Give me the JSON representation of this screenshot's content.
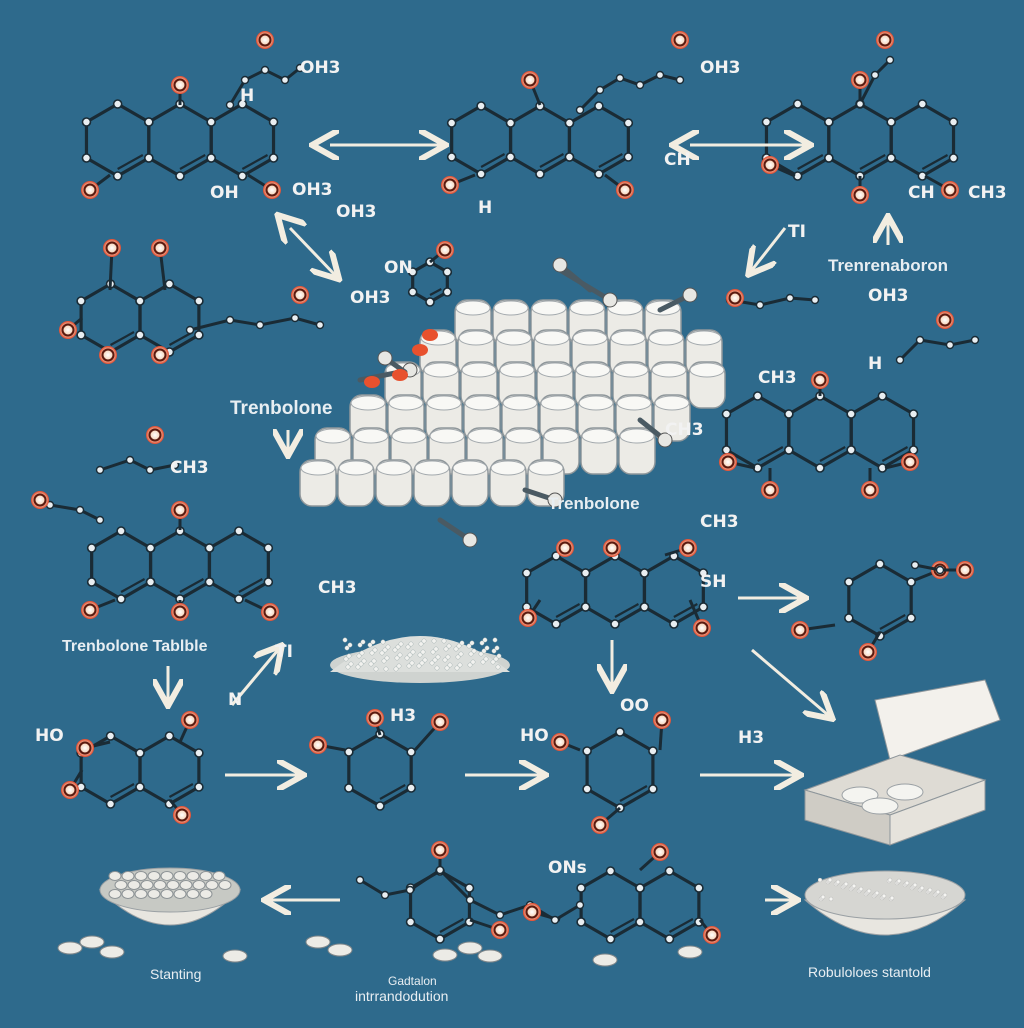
{
  "captions": {
    "trenbolone_left": "Trenbolone",
    "trenbolone_center": "Trenbolone",
    "trenbolone_tablet": "Trenbolone Tablble",
    "trenbolone_right": "Trenrenaboron",
    "bottom_left": "Stanting",
    "bottom_center_1": "Gadtalon",
    "bottom_center_2": "intrrandodution",
    "bottom_right": "Robuloloes stantold"
  },
  "group_labels": {
    "oh3_a": "OH3",
    "h_a": "H",
    "oh": "OH",
    "oh3_b": "OH3",
    "oh3_c": "OH3",
    "h_b": "H",
    "ch_a": "CH",
    "ch_b": "CH",
    "ch3_a": "CH3",
    "oh3_d": "OH3",
    "ch3_b": "CH3",
    "ch3_c": "CH3",
    "ch3_d": "CH3",
    "och_a": "OH3",
    "h_c": "H",
    "oh3_e": "OH3",
    "ch3_e": "CH3",
    "ch3_f": "CH3",
    "n": "N",
    "h3_a": "H3",
    "ho_a": "HO",
    "ho_b": "HO",
    "h3_b": "H3",
    "oo": "OO",
    "ons": "ONs",
    "on": "ON",
    "ti_a": "TI",
    "ti_b": "TI",
    "sh": "SH"
  },
  "colors": {
    "background": "#2e6a8c",
    "bond": "#1a2b35",
    "oxygen": "#d8482e",
    "arrow": "#f2ede1",
    "tablet": "#ecebe6"
  }
}
